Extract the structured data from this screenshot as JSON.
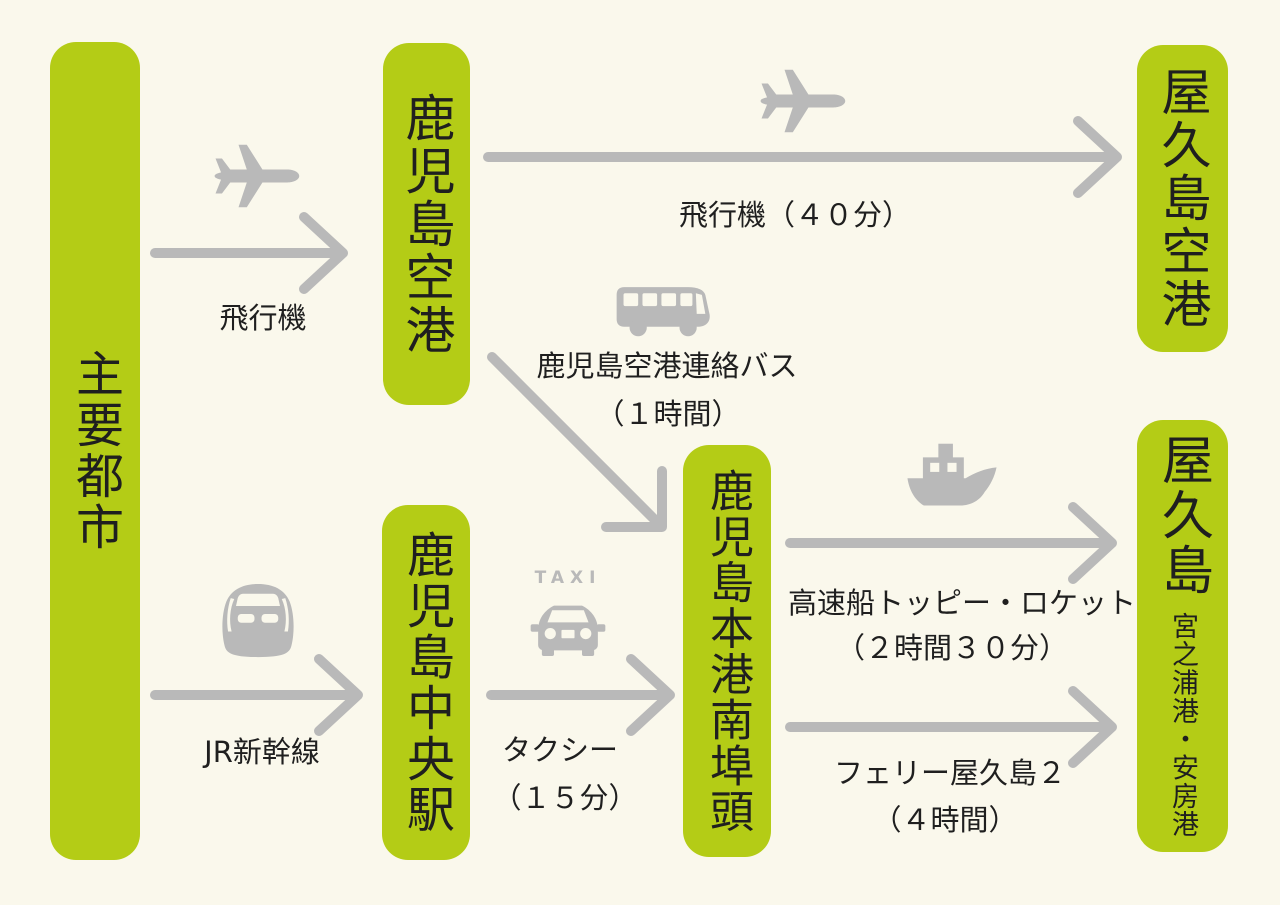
{
  "diagram": {
    "description": "Access routes from major cities to Yakushima",
    "colors": {
      "background": "#faf8ec",
      "node_green": "#b4cc16",
      "icon_arrow_gray": "#b9b9b9",
      "text": "#1f1f1f"
    },
    "nodes": {
      "major_cities": {
        "label": "主要都市"
      },
      "kagoshima_airport": {
        "label": "鹿児島空港"
      },
      "yakushima_airport": {
        "label": "屋久島空港"
      },
      "kagoshima_chuo_station": {
        "label": "鹿児島中央駅"
      },
      "kagoshima_port": {
        "label": "鹿児島本港南埠頭"
      },
      "yakushima": {
        "label": "屋久島",
        "sublabel": "宮之浦港・安房港"
      }
    },
    "routes": {
      "flight_to_kagoshima": {
        "label": "飛行機"
      },
      "flight_to_yakushima": {
        "label": "飛行機（４０分）"
      },
      "airport_bus": {
        "label": "鹿児島空港連絡バス",
        "duration": "（１時間）"
      },
      "shinkansen": {
        "label": "JR新幹線"
      },
      "taxi": {
        "label": "タクシー",
        "duration": "（１５分）",
        "sign": "TAXI"
      },
      "highspeed_boat": {
        "label": "高速船トッピー・ロケット",
        "duration": "（２時間３０分）"
      },
      "ferry": {
        "label": "フェリー屋久島２",
        "duration": "（４時間）"
      }
    }
  }
}
